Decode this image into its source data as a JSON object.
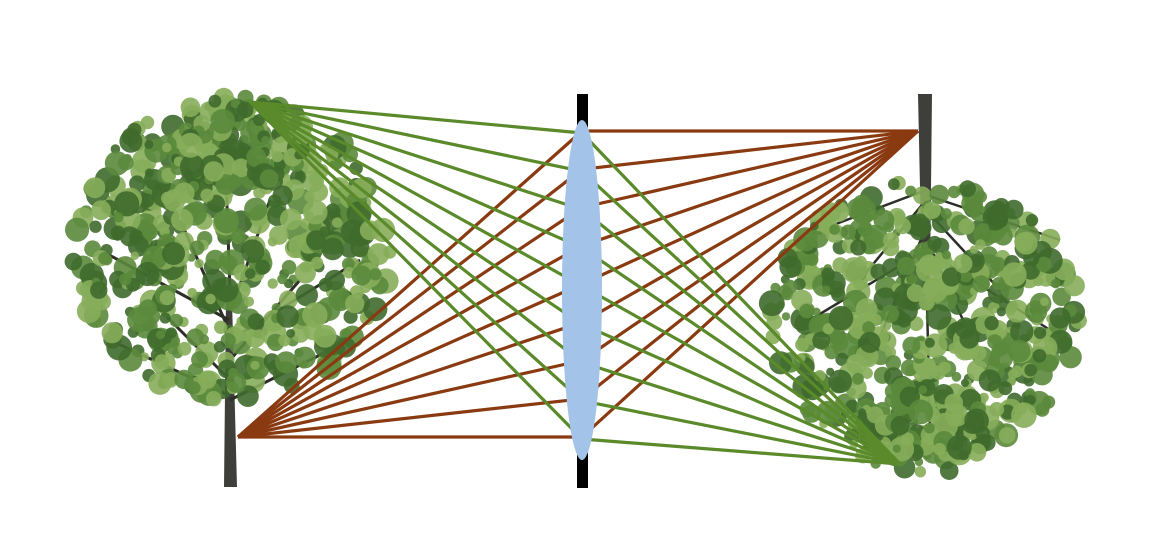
{
  "diagram": {
    "description_shown_text": "",
    "colors": {
      "background": "#ffffff",
      "ray_from_top": "#5a8a2a",
      "ray_from_bottom": "#8a3a10",
      "lens_fill": "#a3c4e8",
      "aperture_bar": "#000000",
      "trunk": "#3e3e3a",
      "foliage_dark": "#3f6a2c",
      "foliage_mid": "#5b8a3c",
      "foliage_light": "#86ad5a",
      "branch": "#2e2e28"
    },
    "elements": {
      "object": "tree-upright",
      "optic": "convex-lens",
      "image": "tree-inverted"
    },
    "ray_groups": {
      "from_treetop_count": 9,
      "from_trunk_base_count": 9
    }
  }
}
